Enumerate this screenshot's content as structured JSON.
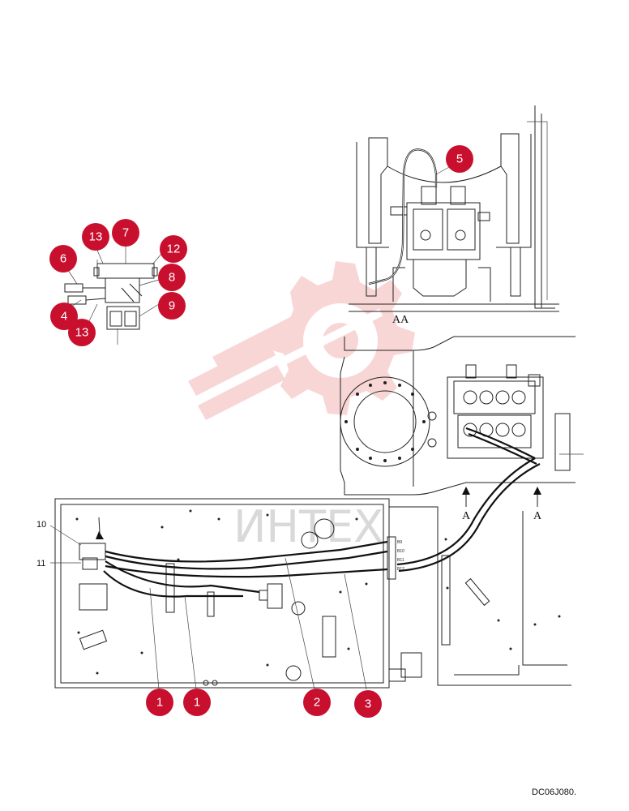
{
  "callouts": {
    "c1a": "1",
    "c1b": "1",
    "c2": "2",
    "c3": "3",
    "c4": "4",
    "c5": "5",
    "c6": "6",
    "c7": "7",
    "c8": "8",
    "c9": "9",
    "c12": "12",
    "c13a": "13",
    "c13b": "13"
  },
  "labels": {
    "l10": "10",
    "l11": "11",
    "section_aa": "AA",
    "arrow_a_left": "A",
    "arrow_a_right": "A",
    "drawing_code": "DC06J080."
  },
  "port_labels": [
    "B9",
    "B10",
    "B11",
    "B12"
  ],
  "watermark": {
    "text": "ИНТЕХ",
    "color": "#f4b6b6"
  },
  "colors": {
    "callout": "#c8102e",
    "line": "#222222"
  }
}
